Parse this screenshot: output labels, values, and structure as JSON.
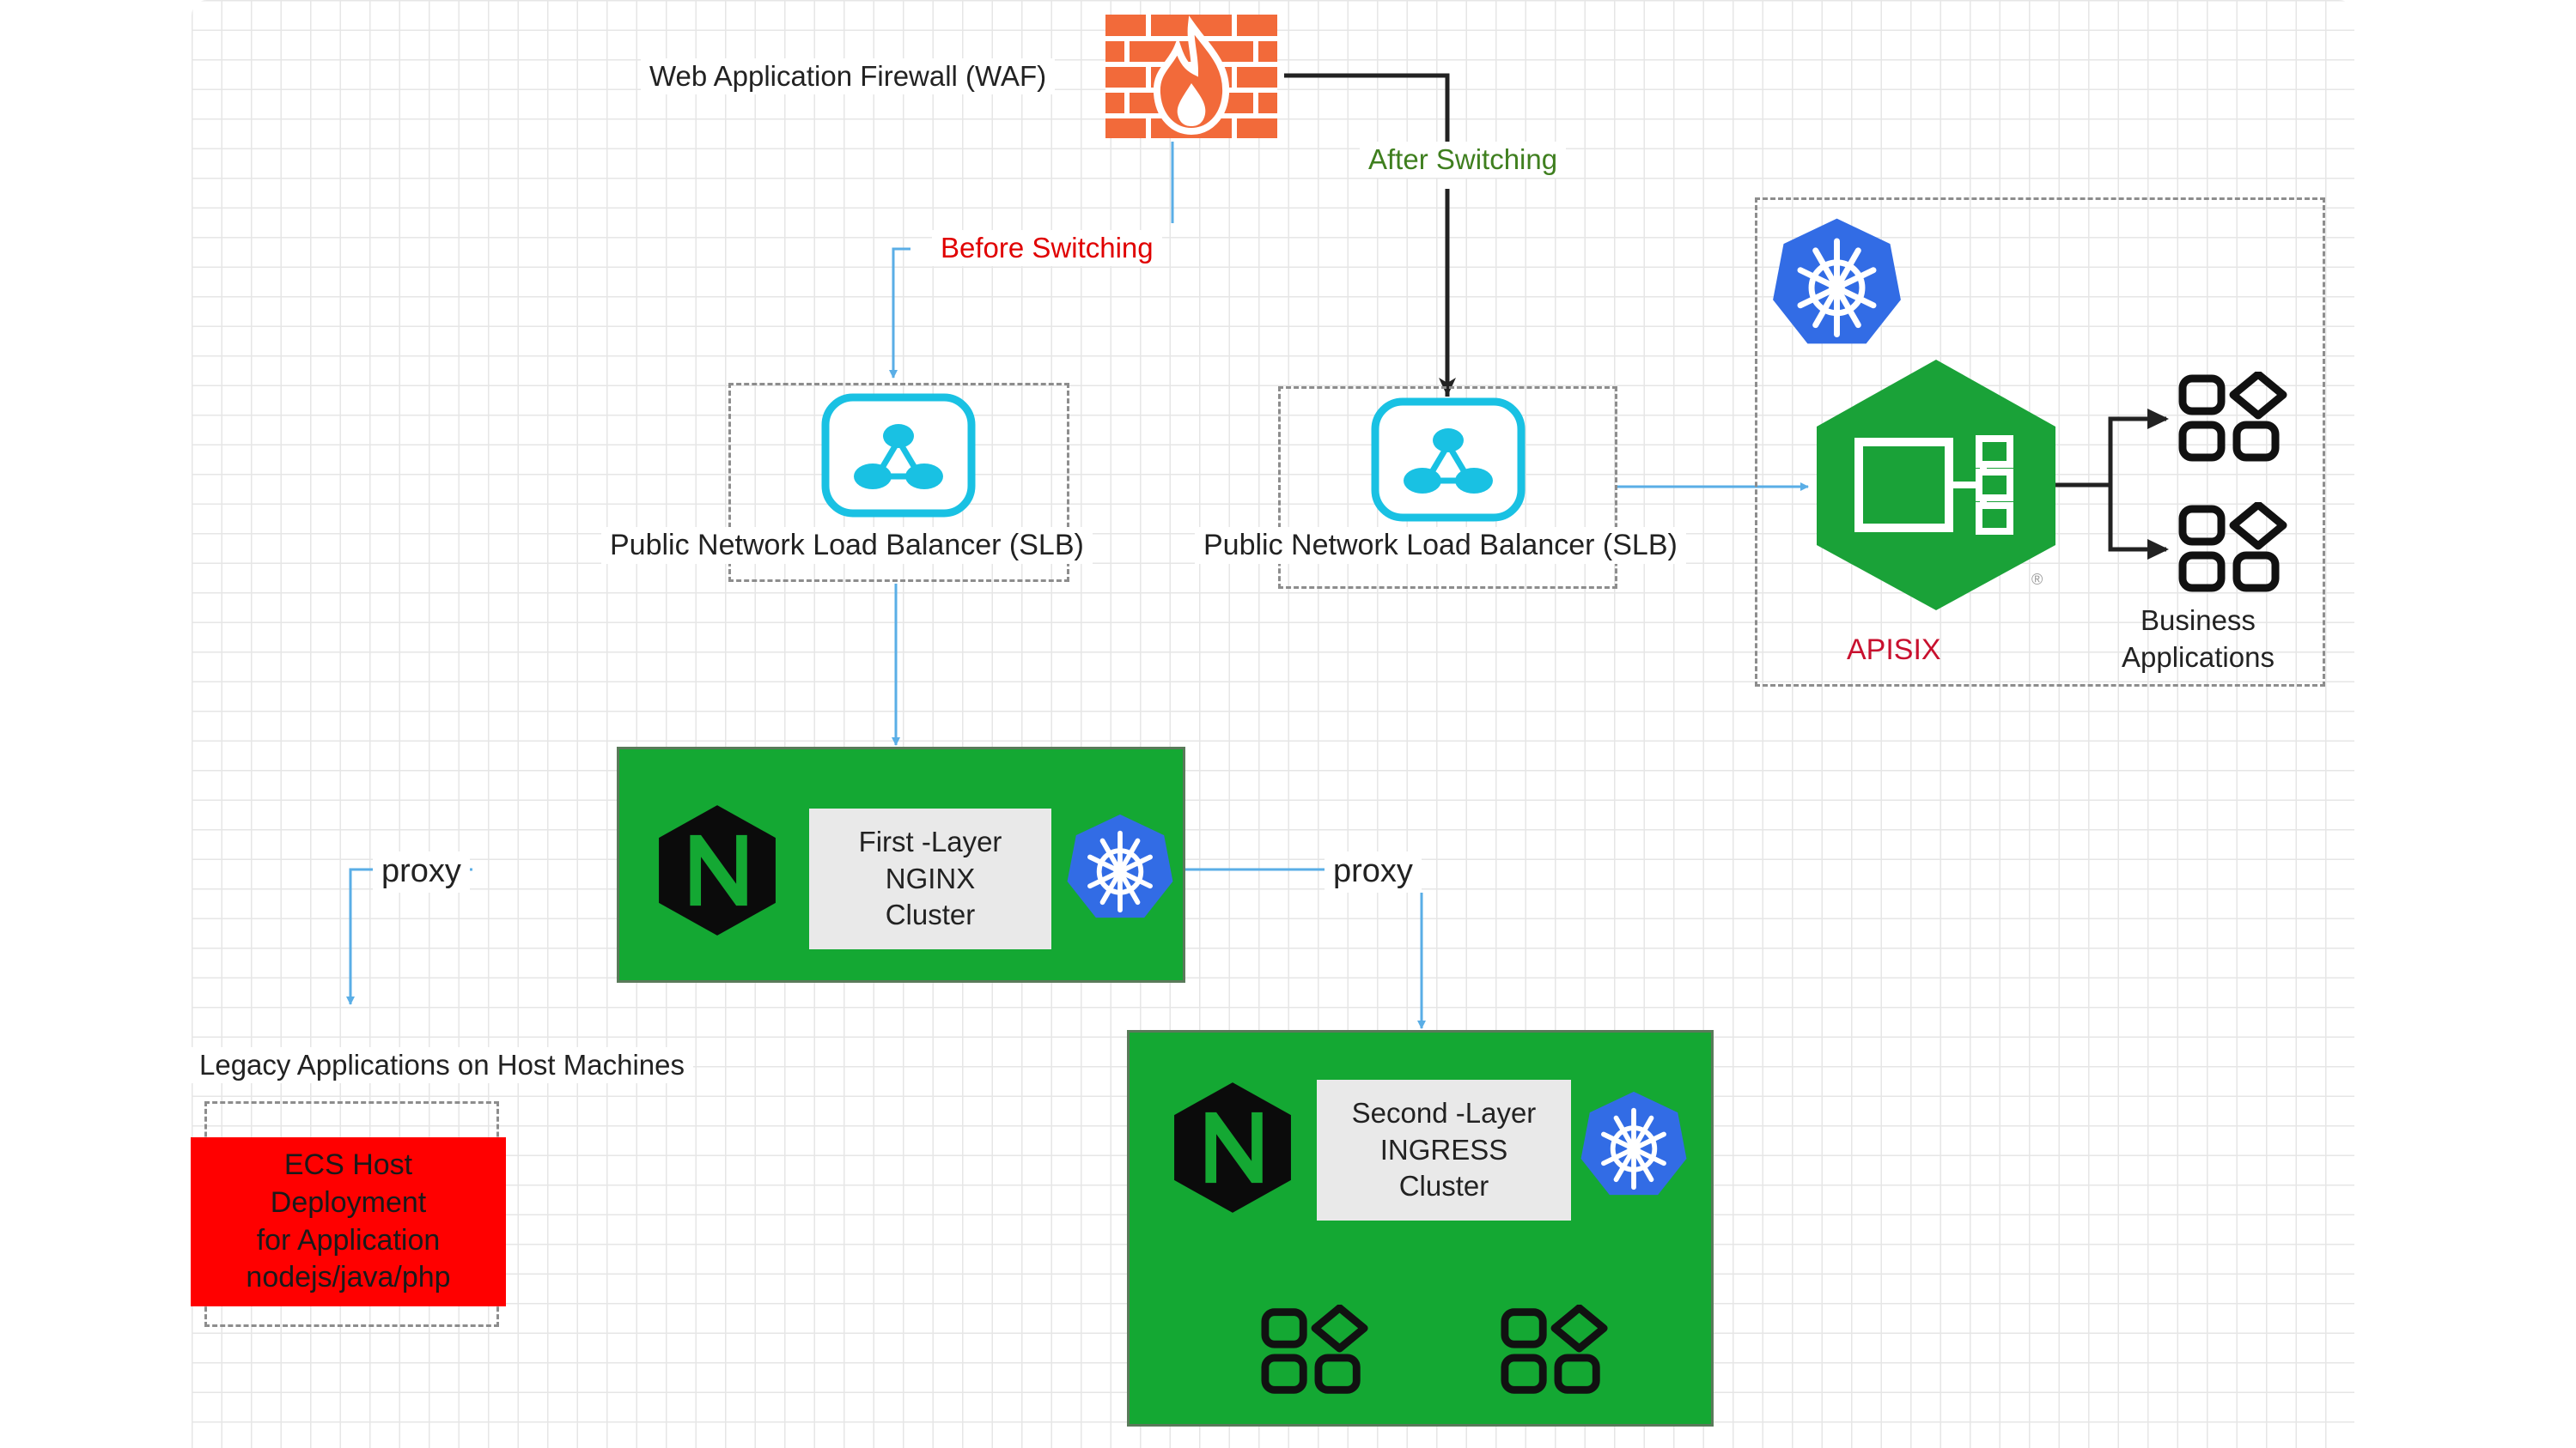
{
  "labels": {
    "waf": "Web Application Firewall (WAF)",
    "after_switching": "After Switching",
    "before_switching": "Before Switching",
    "slb_left": "Public Network Load Balancer (SLB)",
    "slb_right": "Public Network Load Balancer (SLB)",
    "apisix": "APISIX",
    "business_apps": "Business\nApplications",
    "proxy_left": "proxy",
    "proxy_right": "proxy",
    "first_layer": "First -Layer\nNGINX\nCluster",
    "second_layer": "Second -Layer\nINGRESS\nCluster",
    "legacy": "Legacy Applications on Host Machines",
    "ecs": "ECS Host\nDeployment\nfor Application\nnodejs/java/php",
    "registered_mark": "®"
  },
  "colors": {
    "before_switching": "#e00000",
    "after_switching": "#3f7f1f",
    "apisix_label": "#c8102e",
    "blue_connector": "#5aaee6",
    "black_connector": "#222222",
    "cluster_green": "#14a833",
    "apisix_green": "#1aa238",
    "kubernetes_blue": "#326ce5",
    "slb_cyan": "#19c1e3",
    "firewall_orange": "#f26a3a",
    "ecs_red": "#ff0000"
  },
  "icons": [
    "firewall-icon",
    "load-balancer-icon",
    "kubernetes-icon",
    "nginx-icon",
    "apisix-icon",
    "apps-icon"
  ]
}
